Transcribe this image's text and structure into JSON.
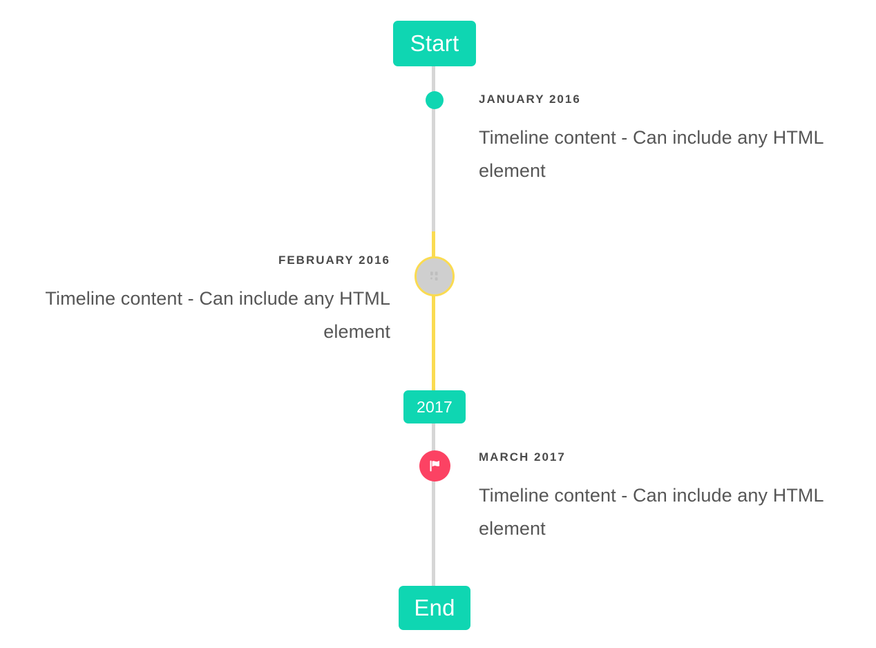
{
  "page": {
    "title": "Timeline",
    "background": "#ffffff"
  },
  "colors": {
    "accent_teal": "#0fd6b2",
    "accent_yellow": "#fadb51",
    "accent_pink": "#fc4263",
    "line_gray": "#d6d6d6",
    "marker_gray": "#cfcfcf",
    "date_text": "#4a4a4a",
    "body_text": "#565656"
  },
  "badges": {
    "start": "Start",
    "year": "2017",
    "end": "End"
  },
  "entries": [
    {
      "id": "january-2016",
      "date": "JANUARY 2016",
      "body": "Timeline content - Can include any HTML element",
      "side": "right",
      "marker": "dot",
      "marker_color": "#0fd6b2",
      "marker_icon": "none"
    },
    {
      "id": "february-2016",
      "date": "FEBRUARY 2016",
      "body": "Timeline content - Can include any HTML element",
      "side": "left",
      "marker": "ring",
      "marker_color": "#cfcfcf",
      "marker_ring_color": "#fadb51",
      "marker_icon": "placeholder-icon"
    },
    {
      "id": "march-2017",
      "date": "MARCH 2017",
      "body": "Timeline content - Can include any HTML element",
      "side": "right",
      "marker": "circle",
      "marker_color": "#fc4263",
      "marker_icon": "flag-icon"
    }
  ],
  "segments": [
    {
      "id": "top",
      "color": "#d6d6d6"
    },
    {
      "id": "yellow",
      "color": "#fadb51"
    },
    {
      "id": "mid",
      "color": "#d6d6d6"
    }
  ]
}
